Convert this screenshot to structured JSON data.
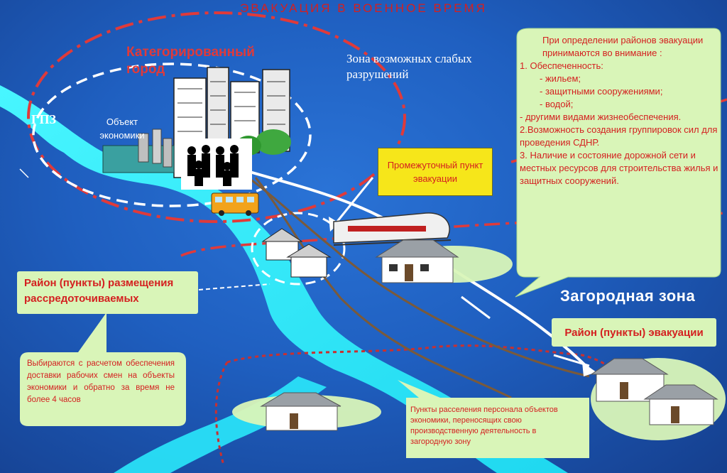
{
  "title": "ЭВАКУАЦИЯ В ВОЕННОЕ ВРЕМЯ",
  "city_label": "Категорированный город",
  "zone_label": "Зона возможных слабых разрушений",
  "gpz_label": "ГПЗ",
  "economy_object_label": "Объект экономики",
  "intermediate_point": "Промежуточный пункт эвакуации",
  "placement_area": "Район (пункты) размещения рассредоточиваемых",
  "suburban_zone": "Загородная зона",
  "evacuation_area": "Район (пункты) эвакуации",
  "info_box": {
    "lines": [
      "При определении районов эвакуации принимаются во внимание :",
      "1. Обеспеченность:",
      "- жильем;",
      "- защитными сооружениями;",
      "- водой;",
      "- другими видами жизнеобеспечения.",
      "2.Возможность создания группировок сил для проведения СДНР.",
      "3. Наличие и состояние дорожной сети и местных ресурсов для строительства жилья и защитных сооружений."
    ]
  },
  "left_note": "Выбираются с расчетом обеспечения доставки рабочих смен на объекты экономики и обратно за время не более 4 часов",
  "bottom_note": "Пункты расселения персонала объектов экономики, переносящих свою производственную деятельность в загородную зону",
  "colors": {
    "river": "#33f0ff",
    "callout": "#d9f5b8",
    "intermediate": "#f6e61a",
    "text_red": "#d42020",
    "boundary_red": "#e03a3a"
  }
}
